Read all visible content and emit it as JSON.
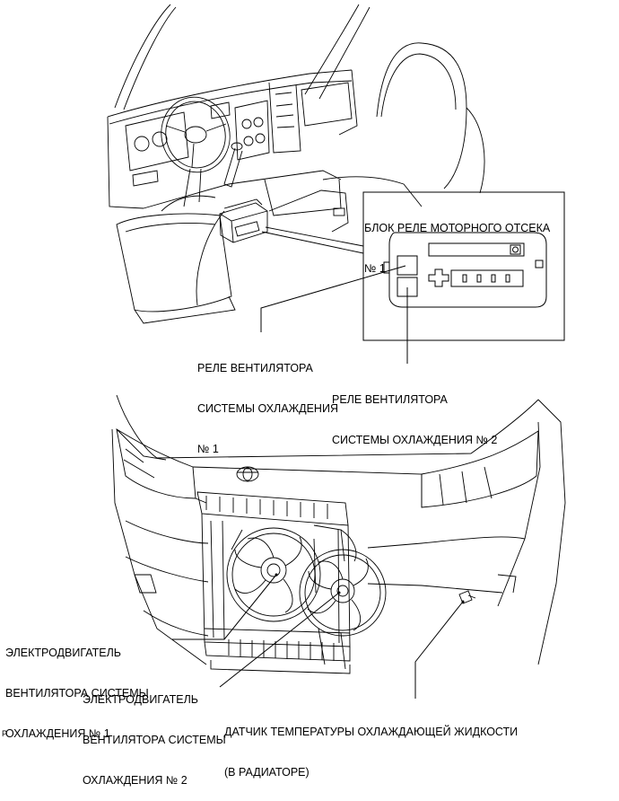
{
  "labels": {
    "relay_block": [
      "БЛОК РЕЛЕ МОТОРНОГО ОТСЕКА",
      "№ 1"
    ],
    "fan_relay_1": [
      "РЕЛЕ ВЕНТИЛЯТОРА",
      "СИСТЕМЫ ОХЛАЖДЕНИЯ",
      "№ 1"
    ],
    "fan_relay_2": [
      "РЕЛЕ ВЕНТИЛЯТОРА",
      "СИСТЕМЫ ОХЛАЖДЕНИЯ № 2"
    ],
    "fan_motor_1": [
      "ЭЛЕКТРОДВИГАТЕЛЬ",
      "ВЕНТИЛЯТОРА СИСТЕМЫ",
      "ОХЛАЖДЕНИЯ № 1"
    ],
    "fan_motor_2": [
      "ЭЛЕКТРОДВИГАТЕЛЬ",
      "ВЕНТИЛЯТОРА СИСТЕМЫ",
      "ОХЛАЖДЕНИЯ № 2"
    ],
    "temp_sensor": [
      "ДАТЧИК ТЕМПЕРАТУРЫ ОХЛАЖДАЮЩЕЙ ЖИДКОСТИ",
      "(В РАДИАТОРЕ)"
    ]
  },
  "figure_code": "P"
}
